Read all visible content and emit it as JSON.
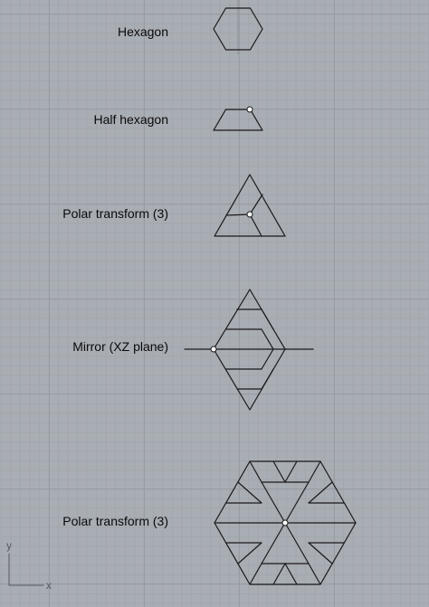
{
  "labels": {
    "hexagon": "Hexagon",
    "half_hexagon": "Half hexagon",
    "polar_transform_1": "Polar transform (3)",
    "mirror": "Mirror (XZ plane)",
    "polar_transform_2": "Polar transform (3)"
  },
  "axes": {
    "x": "x",
    "y": "y"
  },
  "colors": {
    "background": "#a9adb4",
    "line": "#1a1a1a",
    "point_fill": "#ffffff"
  }
}
